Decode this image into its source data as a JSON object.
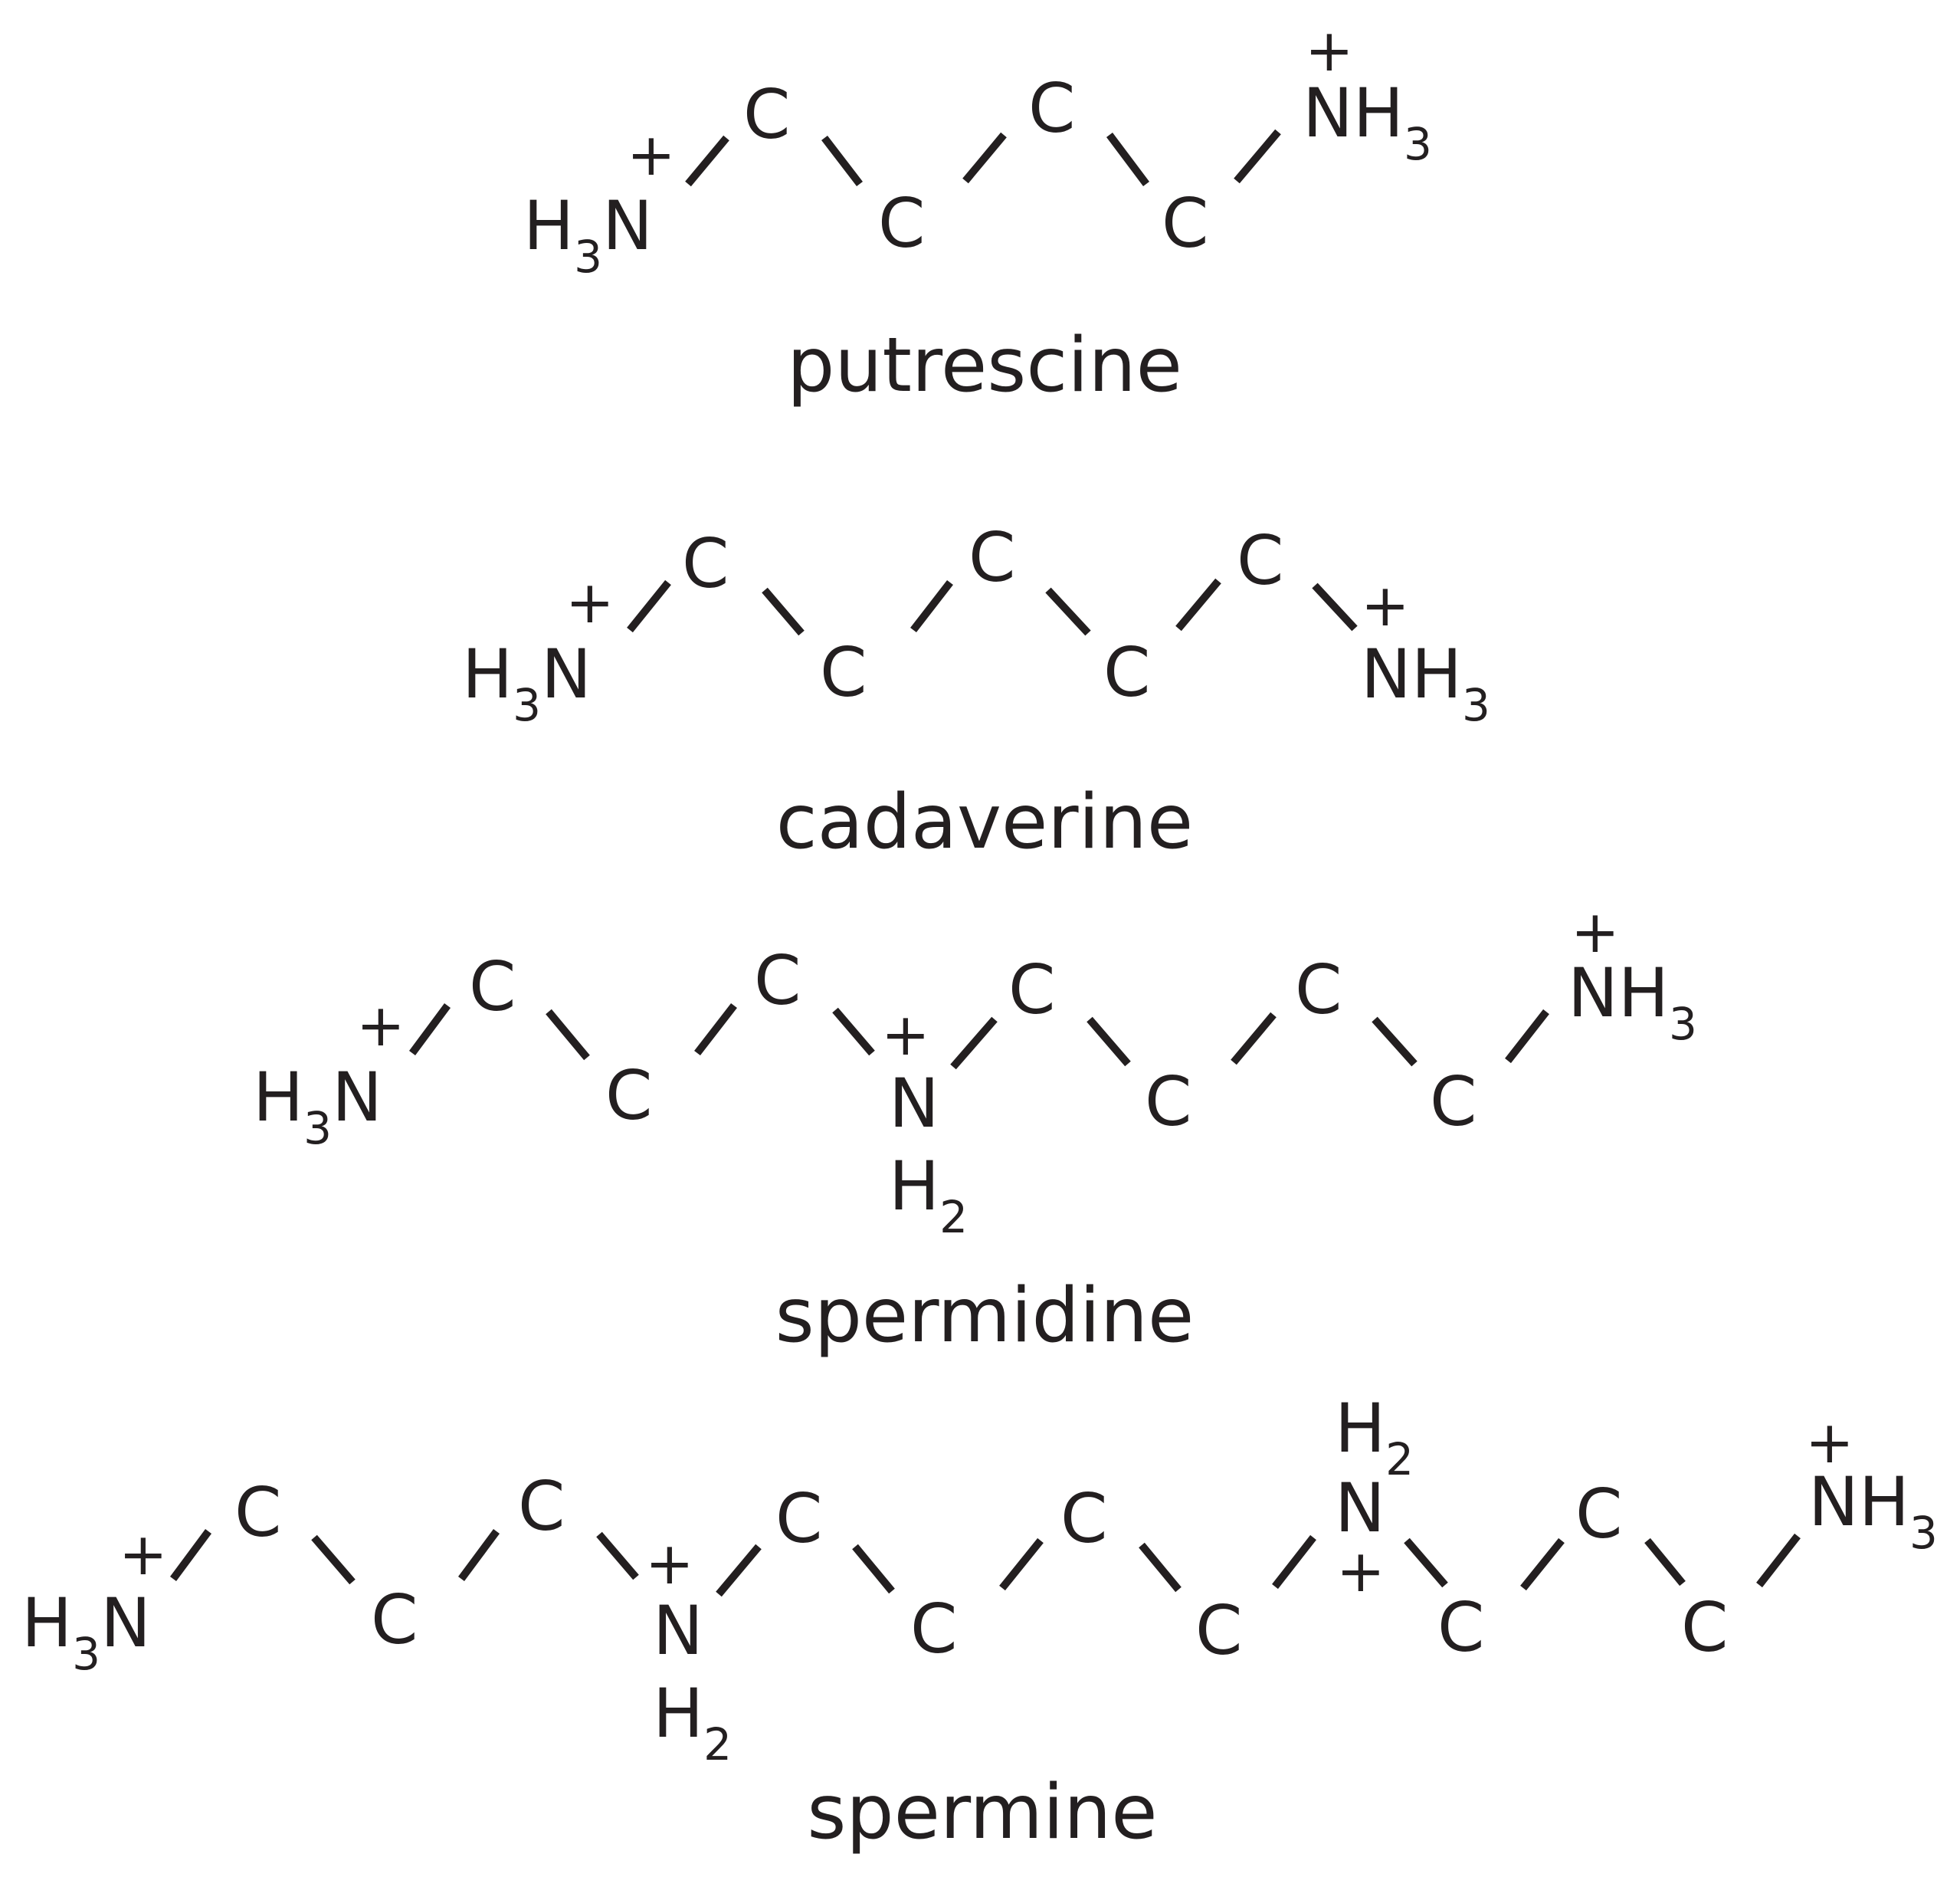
{
  "colors": {
    "ink": "#231f20",
    "background": "#ffffff"
  },
  "molecules": [
    {
      "name": "putrescine",
      "atoms": [
        {
          "main": "H",
          "sub": "3",
          "main2": "N",
          "plus": "+"
        },
        {
          "main": "C"
        },
        {
          "main": "C"
        },
        {
          "main": "C"
        },
        {
          "main": "C"
        },
        {
          "main": "NH",
          "sub": "3",
          "plus": "+"
        }
      ]
    },
    {
      "name": "cadaverine",
      "atoms": [
        {
          "main": "H",
          "sub": "3",
          "main2": "N",
          "plus": "+"
        },
        {
          "main": "C"
        },
        {
          "main": "C"
        },
        {
          "main": "C"
        },
        {
          "main": "C"
        },
        {
          "main": "C"
        },
        {
          "main": "NH",
          "sub": "3",
          "plus": "+"
        }
      ]
    },
    {
      "name": "spermidine",
      "atoms": [
        {
          "main": "H",
          "sub": "3",
          "main2": "N",
          "plus": "+"
        },
        {
          "main": "C"
        },
        {
          "main": "C"
        },
        {
          "main": "C"
        },
        {
          "main": "N",
          "plus": "+",
          "h": "H",
          "hsub": "2"
        },
        {
          "main": "C"
        },
        {
          "main": "C"
        },
        {
          "main": "C"
        },
        {
          "main": "C"
        },
        {
          "main": "NH",
          "sub": "3",
          "plus": "+"
        }
      ]
    },
    {
      "name": "spermine",
      "atoms": [
        {
          "main": "H",
          "sub": "3",
          "main2": "N",
          "plus": "+"
        },
        {
          "main": "C"
        },
        {
          "main": "C"
        },
        {
          "main": "C"
        },
        {
          "main": "N",
          "plus": "+",
          "h": "H",
          "hsub": "2"
        },
        {
          "main": "C"
        },
        {
          "main": "C"
        },
        {
          "main": "C"
        },
        {
          "main": "C"
        },
        {
          "main": "N",
          "plus": "+",
          "h": "H",
          "hsub": "2"
        },
        {
          "main": "C"
        },
        {
          "main": "C"
        },
        {
          "main": "C"
        },
        {
          "main": "NH",
          "sub": "3",
          "plus": "+"
        }
      ]
    }
  ]
}
